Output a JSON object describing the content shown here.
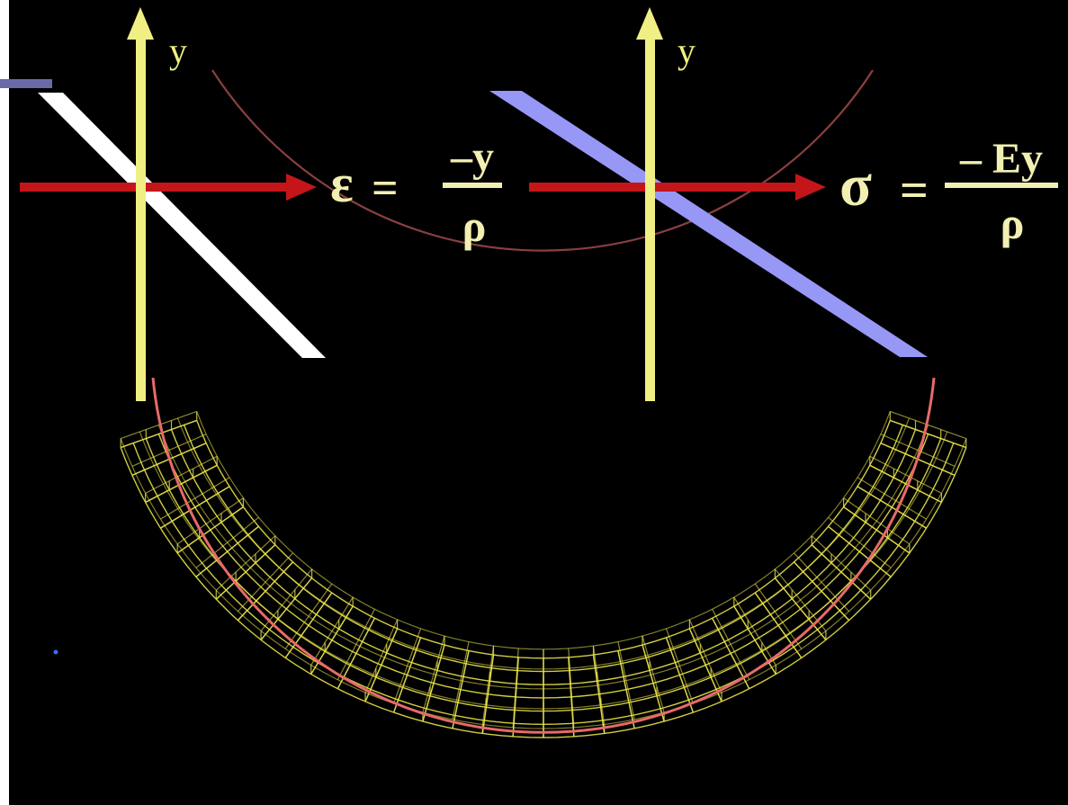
{
  "colors": {
    "background": "#000000",
    "axis": "#f0ef84",
    "arrow": "#c4161a",
    "strain_line": "#ffffff",
    "stress_line": "#9797f6",
    "beam_mesh": "#e8e34a",
    "neutral_arc": "#e86a6a",
    "equation_text": "#f2efb2",
    "left_margin": "#ffffff",
    "top_left_band": "#6a6aa8",
    "marker_dot": "#3a6cf0"
  },
  "left_panel": {
    "axis_label": "y",
    "equation": {
      "lhs": "ε",
      "equals": "=",
      "numerator": "–y",
      "denominator": "ρ"
    }
  },
  "right_panel": {
    "axis_label": "y",
    "equation": {
      "lhs": "σ",
      "equals": "=",
      "numerator": "– Ey",
      "denominator": "ρ"
    }
  },
  "icons": [
    "arrow-right-icon",
    "arrow-up-icon"
  ]
}
